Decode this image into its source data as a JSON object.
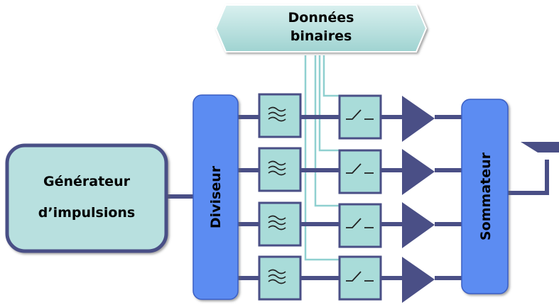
{
  "data_box": {
    "line1": "Données",
    "line2": "binaires"
  },
  "generator": {
    "line1": "Générateur",
    "line2": "d’impulsions"
  },
  "divider": {
    "label": "Diviseur"
  },
  "summer": {
    "label": "Sommateur"
  },
  "colors": {
    "block_fill": "#5b8cf2",
    "module_fill": "#a9dcd9",
    "generator_fill": "#b8e0df",
    "amplifier_fill": "#4a4f86",
    "wire": "#4a4f86",
    "control_line": "#8fd0d0"
  }
}
